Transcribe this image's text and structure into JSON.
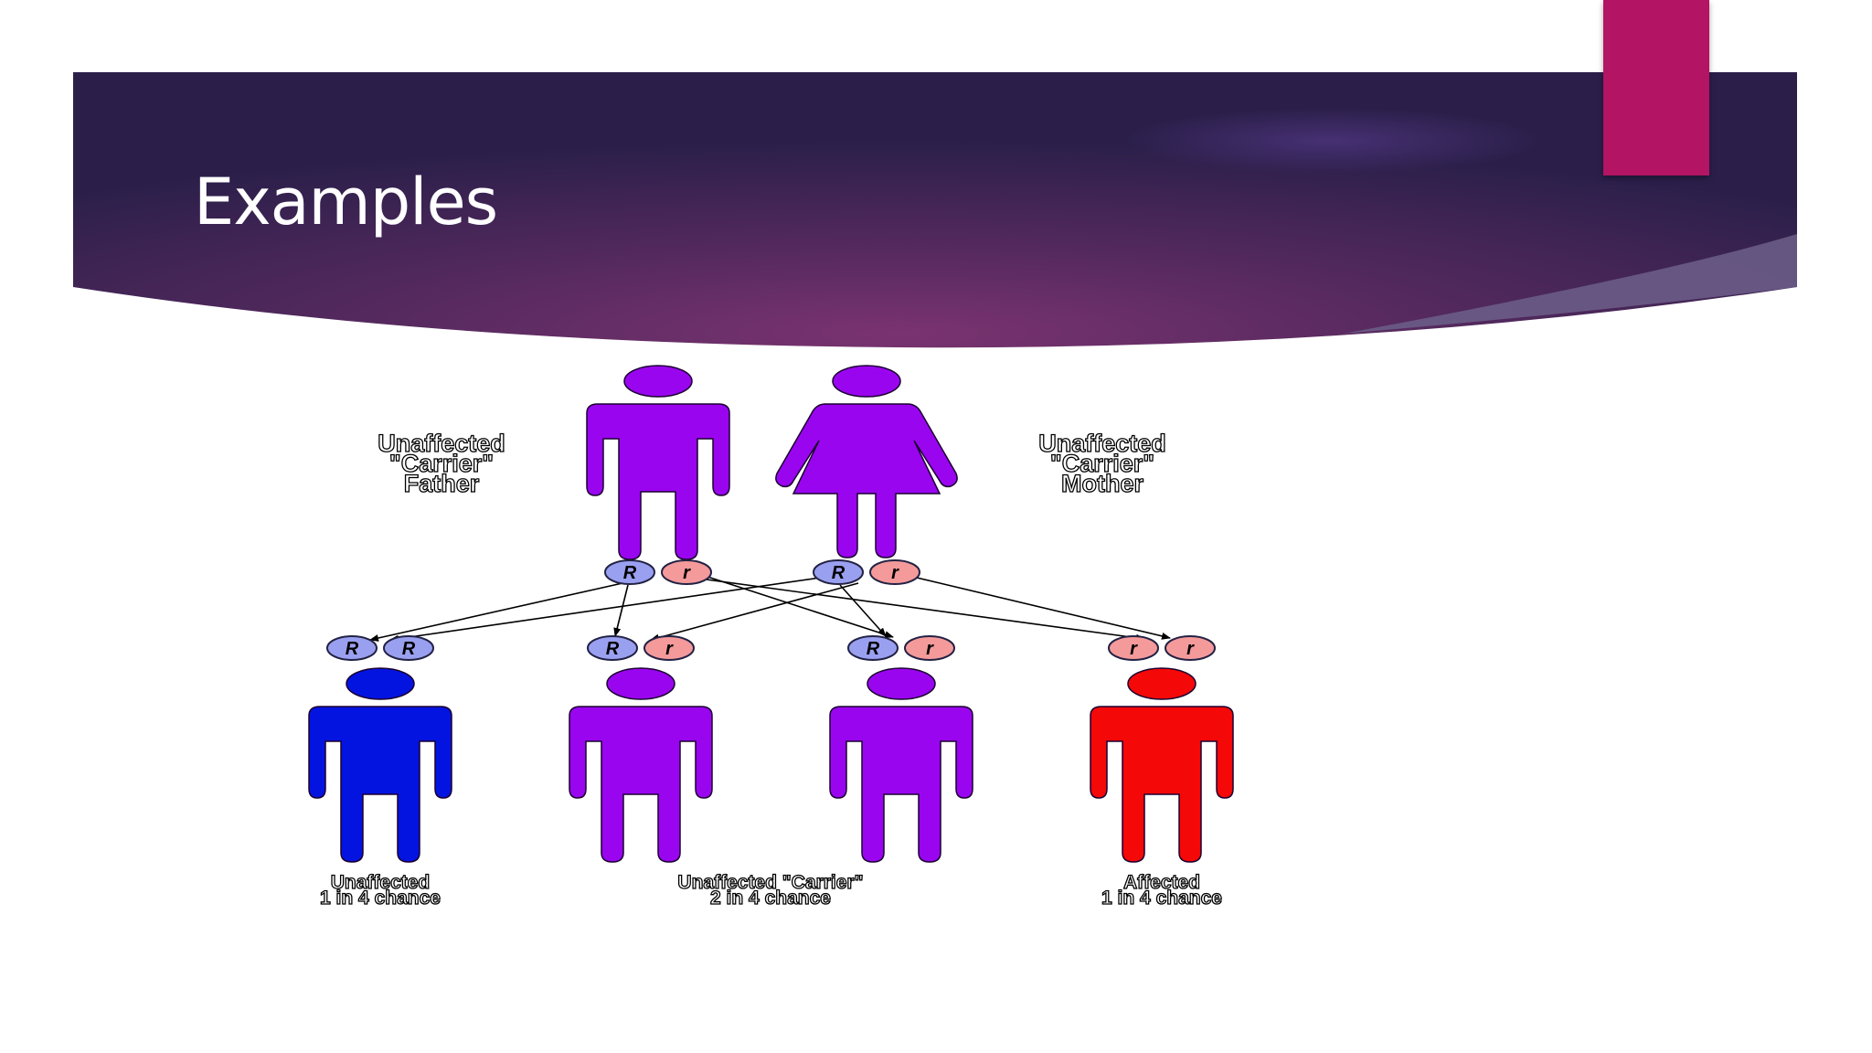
{
  "slide": {
    "title": "Examples",
    "colors": {
      "banner_dark": "#2d1f4d",
      "banner_glow": "#6e2f6a",
      "tab_pink": "#b31463"
    }
  },
  "diagram": {
    "parents": [
      {
        "label_lines": [
          "Unaffected",
          "\"Carrier\"",
          "Father"
        ],
        "alleles": [
          "R",
          "r"
        ],
        "color": "#9a05f0",
        "figure": "male"
      },
      {
        "label_lines": [
          "Unaffected",
          "\"Carrier\"",
          "Mother"
        ],
        "alleles": [
          "R",
          "r"
        ],
        "color": "#9a05f0",
        "figure": "female"
      }
    ],
    "children": [
      {
        "alleles": [
          "R",
          "R"
        ],
        "color": "#0414e0"
      },
      {
        "alleles": [
          "R",
          "r"
        ],
        "color": "#9a05f0"
      },
      {
        "alleles": [
          "R",
          "r"
        ],
        "color": "#9a05f0"
      },
      {
        "alleles": [
          "r",
          "r"
        ],
        "color": "#f40808"
      }
    ],
    "outcome_labels": [
      {
        "lines": [
          "Unaffected",
          "1 in 4 chance"
        ]
      },
      {
        "lines": [
          "Unaffected \"Carrier\"",
          "2 in 4 chance"
        ]
      },
      {
        "lines": [
          "Affected",
          "1 in 4 chance"
        ]
      }
    ],
    "allele_colors": {
      "R": "#9aa0f0",
      "r": "#f49a9a"
    }
  }
}
